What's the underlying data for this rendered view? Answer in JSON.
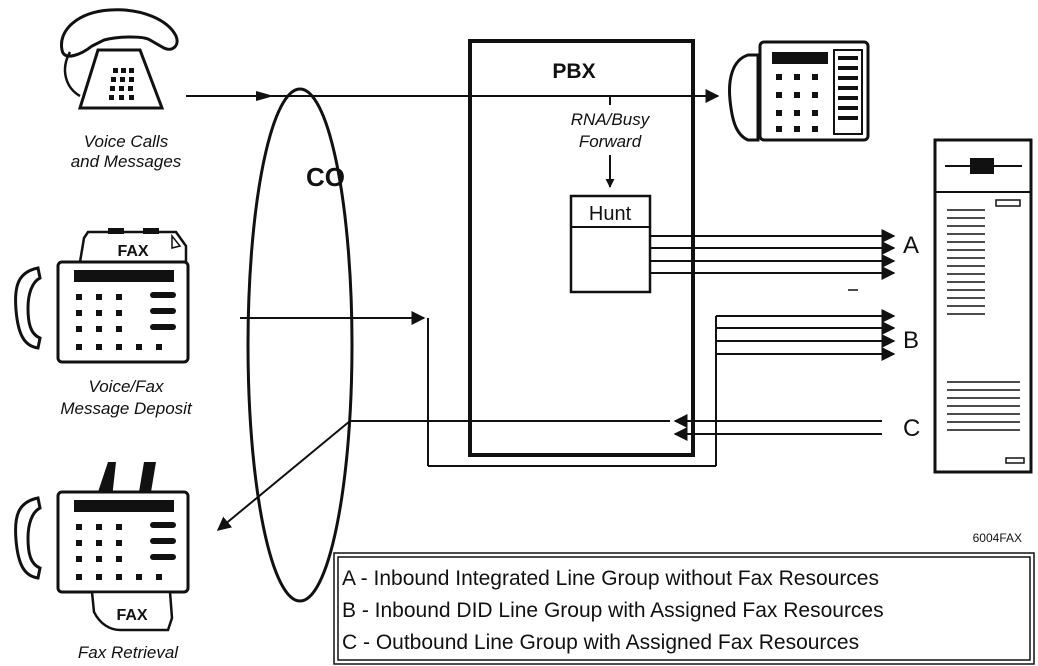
{
  "labels": {
    "pbx": "PBX",
    "co": "CO",
    "rna_line1": "RNA/Busy",
    "rna_line2": "Forward",
    "hunt": "Hunt",
    "voice_line1": "Voice Calls",
    "voice_line2": "and Messages",
    "deposit_line1": "Voice/Fax",
    "deposit_line2": "Message Deposit",
    "retrieval": "Fax Retrieval",
    "fax_top": "FAX",
    "fax_bottom": "FAX",
    "group_a": "A",
    "group_b": "B",
    "group_c": "C",
    "figure_code": "6004FAX"
  },
  "legend": [
    "A - Inbound Integrated Line Group without Fax Resources",
    "B - Inbound DID Line Group with Assigned Fax Resources",
    "C - Outbound Line Group with Assigned Fax Resources"
  ]
}
